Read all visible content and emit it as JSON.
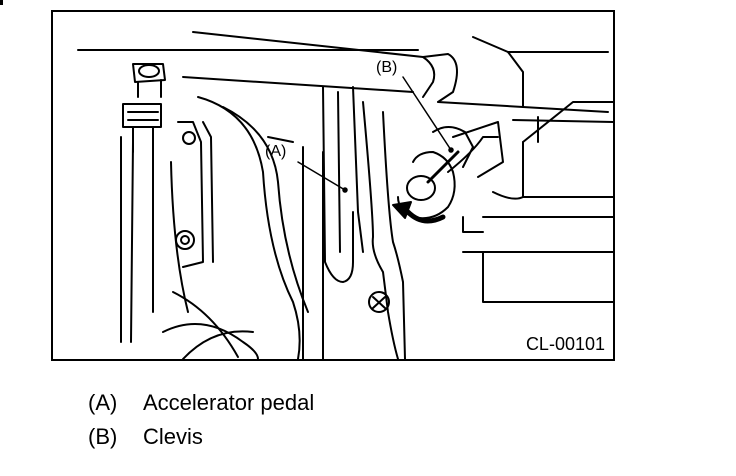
{
  "figure": {
    "code": "CL-00101",
    "callouts": [
      {
        "key": "(A)",
        "part": "accelerator-pedal"
      },
      {
        "key": "(B)",
        "part": "clevis"
      }
    ]
  },
  "legend": [
    {
      "key": "(A)",
      "label": "Accelerator pedal"
    },
    {
      "key": "(B)",
      "label": "Clevis"
    }
  ]
}
